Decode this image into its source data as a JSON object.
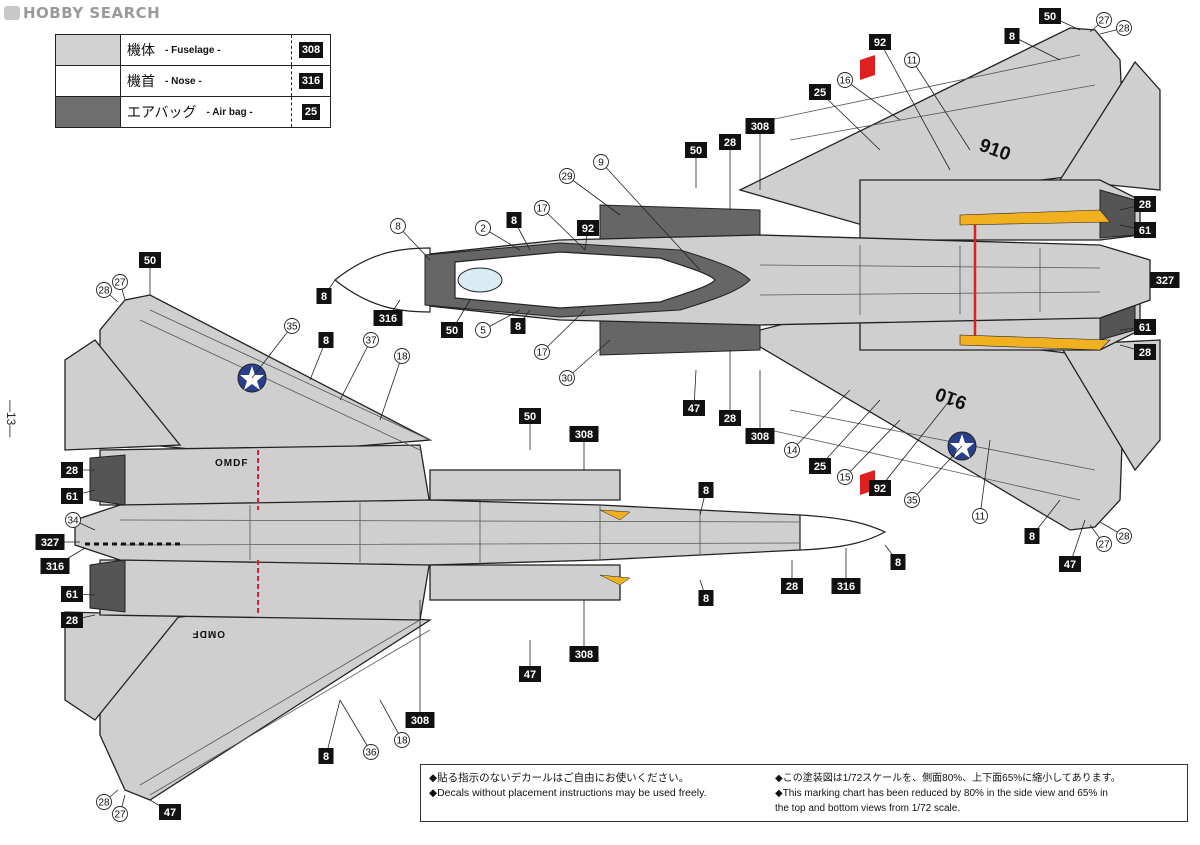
{
  "watermark": "HOBBY SEARCH",
  "page_number": "—13—",
  "legend": [
    {
      "jp": "機体",
      "en": "- Fuselage -",
      "code": "308",
      "color": "#d2d2d2"
    },
    {
      "jp": "機首",
      "en": "- Nose -",
      "code": "316",
      "color": "#ffffff"
    },
    {
      "jp": "エアバッグ",
      "en": "- Air bag -",
      "code": "25",
      "color": "#6e6e6e"
    }
  ],
  "colors": {
    "fuselage": "#cfcfcf",
    "nose": "#ffffff",
    "airbag": "#666666",
    "outline": "#222222",
    "accent_red": "#e02020",
    "accent_yellow": "#f0b020"
  },
  "notes": {
    "left_jp": "◆貼る指示のないデカールはご自由にお使いください。",
    "left_en": "◆Decals without placement instructions may be used freely.",
    "right_jp": "◆この塗装図は1/72スケールを、側面80%、上下面65%に縮小してあります。",
    "right_en1": "◆This marking chart has been reduced by 80% in the side view and 65% in",
    "right_en2": "the top and bottom views from 1/72 scale."
  },
  "markings": {
    "tail_number": "910",
    "ventral_code": "OMDF"
  },
  "callouts": {
    "n8": "8",
    "n50": "50",
    "n27": "27",
    "n28": "28",
    "n92": "92",
    "n16": "16",
    "n11": "11",
    "n25": "25",
    "n308": "308",
    "n9": "9",
    "n29": "29",
    "n17": "17",
    "n2": "2",
    "n316": "316",
    "n5": "5",
    "n30": "30",
    "n47": "47",
    "n14": "14",
    "n15": "15",
    "n35": "35",
    "n61": "61",
    "n327": "327",
    "n37": "37",
    "n18": "18",
    "n34": "34",
    "n36": "36"
  }
}
